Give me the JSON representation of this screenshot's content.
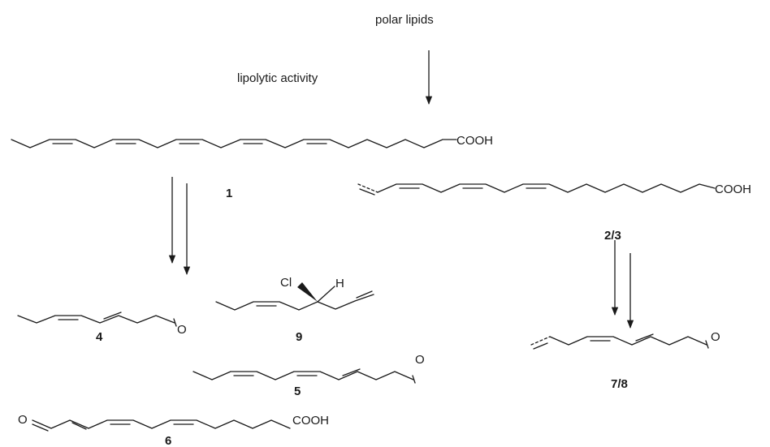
{
  "labels": {
    "polar_lipids": "polar lipids",
    "lipolytic_activity": "lipolytic activity"
  },
  "compounds": {
    "c1": {
      "number": "1",
      "group": "COOH"
    },
    "c23": {
      "number": "2/3",
      "group": "COOH"
    },
    "c4": {
      "number": "4",
      "group": "O"
    },
    "c5": {
      "number": "5",
      "group": "O"
    },
    "c6": {
      "number": "6",
      "group_left": "O",
      "group_right": "COOH"
    },
    "c78": {
      "number": "7/8",
      "group": "O"
    },
    "c9": {
      "number": "9",
      "atom_cl": "Cl",
      "atom_h": "H"
    }
  }
}
